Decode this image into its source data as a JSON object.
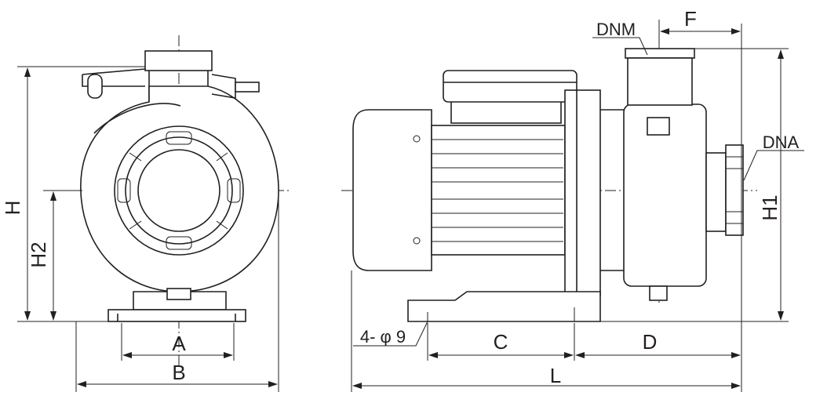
{
  "title": "Pump dimension drawing",
  "labels": {
    "H": "H",
    "H2": "H2",
    "A": "A",
    "B": "B",
    "holes": "4- φ 9",
    "C": "C",
    "D": "D",
    "L": "L",
    "DNM": "DNM",
    "F": "F",
    "DNA": "DNA",
    "H1": "H1"
  }
}
